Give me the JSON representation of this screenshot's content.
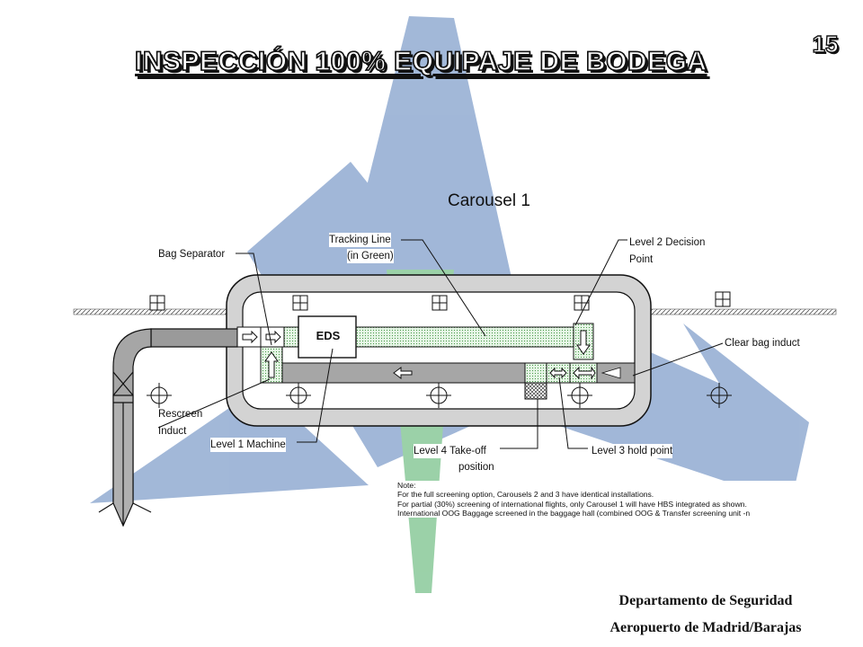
{
  "slide": {
    "title": "INSPECCIÓN 100% EQUIPAJE DE BODEGA",
    "page_number": "15"
  },
  "diagram": {
    "carousel_title": "Carousel 1",
    "eds_label": "EDS",
    "labels": {
      "bag_separator": "Bag Separator",
      "tracking_line_1": "Tracking Line",
      "tracking_line_2": "(in Green)",
      "level2_1": "Level 2 Decision",
      "level2_2": "Point",
      "clear_bag_induct": "Clear bag induct",
      "rescreen_1": "Rescreen",
      "rescreen_2": "Induct",
      "level1_machine": "Level 1 Machine",
      "level4_1": "Level 4 Take-off",
      "level4_2": "position",
      "level3_hold": "Level 3 hold point"
    },
    "note": {
      "heading": "Note:",
      "line1": "For the full screening option, Carousels 2 and 3 have identical installations.",
      "line2": "For partial (30%) screening of international flights, only Carousel 1 will have HBS integrated as shown.",
      "line3": "International OOG Baggage screened in the baggage hall (combined OOG & Transfer screening unit -n"
    }
  },
  "footer": {
    "line1": "Departamento de Seguridad",
    "line2": "Aeropuerto de Madrid/Barajas"
  },
  "colors": {
    "background_logo_blue": "#9db4d6",
    "background_logo_green": "#96cfa4",
    "tracking_green": "#d8f0d8",
    "conveyor_gray": "#a6a6a6"
  }
}
